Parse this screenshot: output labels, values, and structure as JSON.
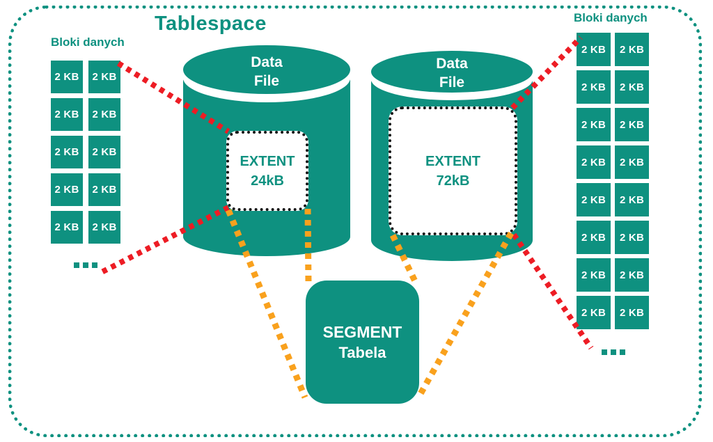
{
  "title": "Tablespace",
  "left_blocks": {
    "label": "Bloki danych",
    "cells": [
      "2 KB",
      "2 KB",
      "2 KB",
      "2 KB",
      "2 KB",
      "2 KB",
      "2 KB",
      "2 KB",
      "2 KB",
      "2 KB"
    ]
  },
  "right_blocks": {
    "label": "Bloki danych",
    "cells": [
      "2 KB",
      "2 KB",
      "2 KB",
      "2 KB",
      "2 KB",
      "2 KB",
      "2 KB",
      "2 KB",
      "2 KB",
      "2 KB",
      "2 KB",
      "2 KB",
      "2 KB",
      "2 KB",
      "2 KB",
      "2 KB"
    ]
  },
  "datafile_left": {
    "title_line1": "Data",
    "title_line2": "File",
    "extent_label": "EXTENT",
    "extent_size": "24kB"
  },
  "datafile_right": {
    "title_line1": "Data",
    "title_line2": "File",
    "extent_label": "EXTENT",
    "extent_size": "72kB"
  },
  "segment": {
    "title": "SEGMENT",
    "subtitle": "Tabela"
  },
  "colors": {
    "teal": "#0e9180",
    "red": "#ed1c24",
    "orange": "#f9a11d",
    "extent_border": "#141414",
    "background": "#ffffff",
    "text_on_teal": "#ffffff"
  }
}
